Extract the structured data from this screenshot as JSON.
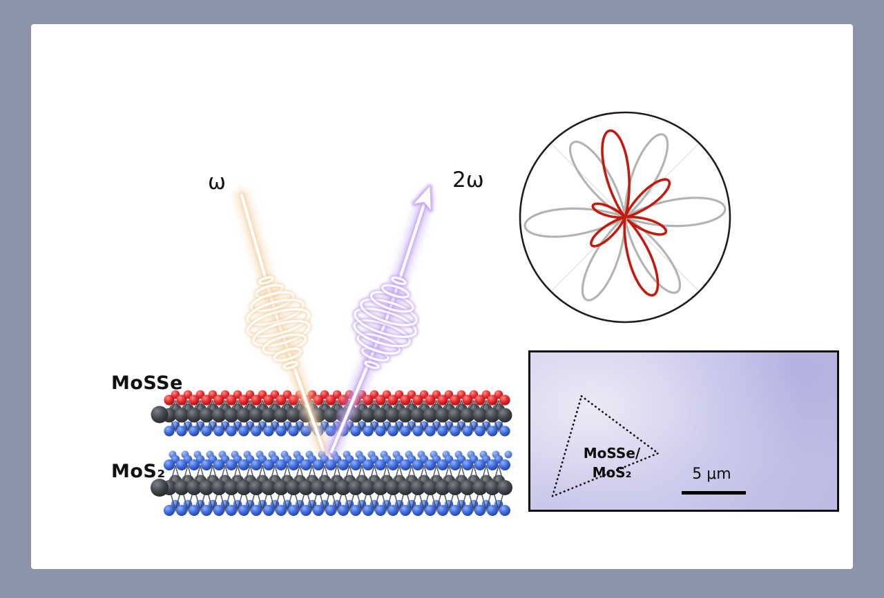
{
  "labels": {
    "omega": "ω",
    "two_omega": "2ω",
    "top_layer": "MoSSe",
    "bottom_layer": "MoS₂"
  },
  "micrograph": {
    "region_line1": "MoSSe/",
    "region_line2": "MoS₂",
    "scale_bar": "5 μm"
  },
  "colors": {
    "canvas_border": "#8b94a9",
    "panel": "#ffffff",
    "pump_beam_glow": "#f4d4ab",
    "shg_beam_glow": "#c3a5f0",
    "polar_red": "#c4190d",
    "polar_gray": "#b3b3b3",
    "atom_top_mosse_red": "#e3262c",
    "atom_chalcogen_blue": "#3e6bdb",
    "atom_metal_dark": "#3b3e44",
    "micrograph_bg": "#c9c7e6"
  },
  "chart_data": {
    "type": "line",
    "plot_style": "polar_rose",
    "description": "Polar plot of SHG intensity vs polarization angle: two six-petal rose patterns (red = heterostructure SHG, gray = reference), petals drawn as closed loops from the center, enclosed by a black circle with faint diagonal guide lines.",
    "angular_range_deg": [
      0,
      360
    ],
    "r_max": 1.0,
    "petal_exponent": 2,
    "guides_deg": [
      45,
      135
    ],
    "series": [
      {
        "name": "gray_pattern",
        "color": "#b3b3b3",
        "petal_angles_deg": [
          5,
          65,
          125,
          185,
          245,
          305
        ],
        "petal_amplitudes": [
          0.97,
          0.88,
          0.88,
          0.97,
          0.88,
          0.88
        ]
      },
      {
        "name": "red_pattern",
        "color": "#c4190d",
        "petal_angles_deg": [
          100,
          160,
          220,
          290,
          340,
          40
        ],
        "petal_amplitudes": [
          0.85,
          0.33,
          0.42,
          0.8,
          0.42,
          0.55
        ]
      }
    ]
  }
}
